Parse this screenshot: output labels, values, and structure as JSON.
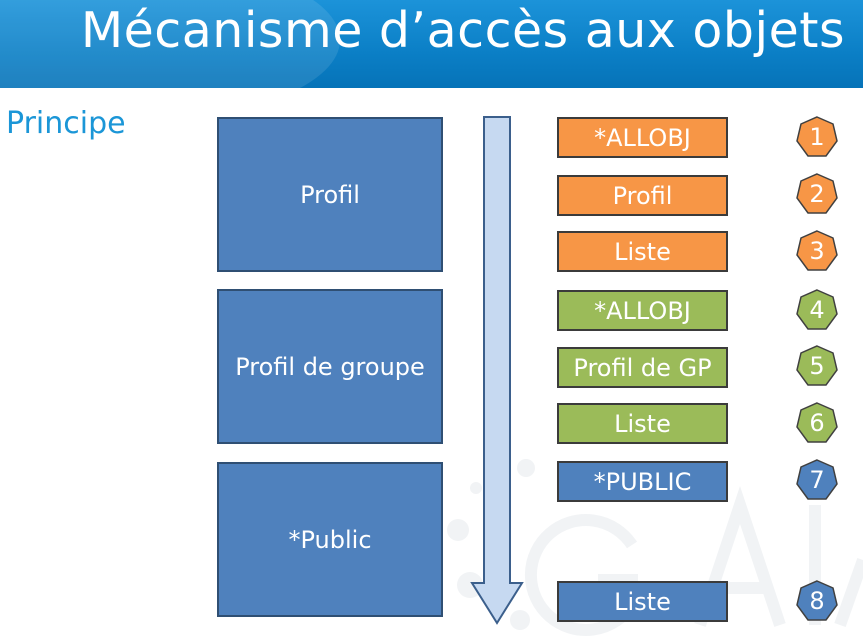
{
  "title": "Mécanisme d’accès aux objets",
  "subtitle": "Principe",
  "sources": [
    {
      "label": "Profil"
    },
    {
      "label": "Profil de groupe"
    },
    {
      "label": "*Public"
    }
  ],
  "steps": [
    {
      "label": "*ALLOBJ",
      "number": "1",
      "color": "#f79646"
    },
    {
      "label": "Profil",
      "number": "2",
      "color": "#f79646"
    },
    {
      "label": "Liste",
      "number": "3",
      "color": "#f79646"
    },
    {
      "label": "*ALLOBJ",
      "number": "4",
      "color": "#9bbb59"
    },
    {
      "label": "Profil de GP",
      "number": "5",
      "color": "#9bbb59"
    },
    {
      "label": "Liste",
      "number": "6",
      "color": "#9bbb59"
    },
    {
      "label": "*PUBLIC",
      "number": "7",
      "color": "#4f81bd"
    },
    {
      "label": "Liste",
      "number": "8",
      "color": "#4f81bd"
    }
  ],
  "watermark": {
    "text": "GAIA"
  },
  "colors": {
    "orange": "#f79646",
    "green": "#9bbb59",
    "blue": "#4f81bd",
    "arrow": "#c6d9f1",
    "title_bar": "#0b7fc6"
  }
}
